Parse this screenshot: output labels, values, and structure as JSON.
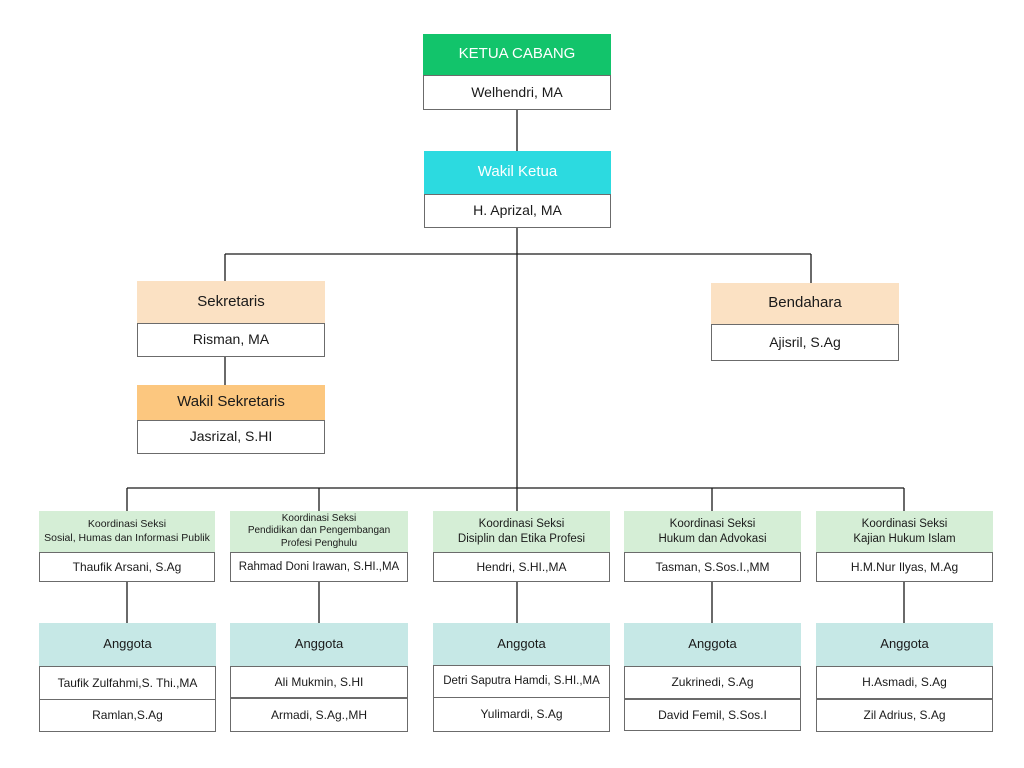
{
  "colors": {
    "ketua": "#12c46b",
    "wakil_ketua": "#2cdae0",
    "sekretaris": "#fbe1c3",
    "wakil_sekretaris": "#fcc77f",
    "bendahara": "#fbe1c3",
    "koordinasi": "#d5eed6",
    "anggota": "#c6e8e6",
    "line": "#1a1a1a"
  },
  "ketua": {
    "title": "KETUA CABANG",
    "name": "Welhendri, MA"
  },
  "wakil_ketua": {
    "title": "Wakil Ketua",
    "name": "H. Aprizal, MA"
  },
  "sekretaris": {
    "title": "Sekretaris",
    "name": "Risman, MA"
  },
  "wakil_sekretaris": {
    "title": "Wakil Sekretaris",
    "name": "Jasrizal, S.HI"
  },
  "bendahara": {
    "title": "Bendahara",
    "name": "Ajisril, S.Ag"
  },
  "seksi": [
    {
      "title_1": "Koordinasi Seksi",
      "title_2": "Sosial, Humas dan Informasi Publik",
      "title_3": "",
      "coordinator": "Thaufik Arsani, S.Ag",
      "anggota_title": "Anggota",
      "members": [
        "Taufik Zulfahmi,S. Thi.,MA",
        "Ramlan,S.Ag"
      ]
    },
    {
      "title_1": "Koordinasi Seksi",
      "title_2": "Pendidikan dan Pengembangan",
      "title_3": "Profesi Penghulu",
      "coordinator": "Rahmad Doni Irawan, S.HI.,MA",
      "anggota_title": "Anggota",
      "members": [
        "Ali Mukmin, S.HI",
        "Armadi, S.Ag.,MH"
      ]
    },
    {
      "title_1": "Koordinasi Seksi",
      "title_2": "Disiplin dan Etika Profesi",
      "title_3": "",
      "coordinator": "Hendri, S.HI.,MA",
      "anggota_title": "Anggota",
      "members": [
        "Detri Saputra Hamdi, S.HI.,MA",
        "Yulimardi, S.Ag"
      ]
    },
    {
      "title_1": "Koordinasi Seksi",
      "title_2": "Hukum dan Advokasi",
      "title_3": "",
      "coordinator": "Tasman, S.Sos.I.,MM",
      "anggota_title": "Anggota",
      "members": [
        "Zukrinedi, S.Ag",
        "David Femil, S.Sos.I"
      ]
    },
    {
      "title_1": "Koordinasi Seksi",
      "title_2": "Kajian Hukum Islam",
      "title_3": "",
      "coordinator": "H.M.Nur Ilyas, M.Ag",
      "anggota_title": "Anggota",
      "members": [
        "H.Asmadi, S.Ag",
        "Zil Adrius, S.Ag"
      ]
    }
  ]
}
